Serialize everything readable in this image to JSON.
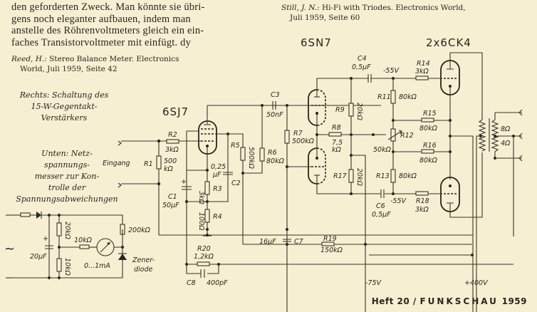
{
  "article": {
    "paragraph_lines": [
      "den geforderten Zweck. Man könnte sie übri-",
      "gens noch eleganter aufbauen, indem man",
      "anstelle des Röhrenvoltmeters gleich ein ein-",
      "faches Transistorvoltmeter mit einfügt.    dy"
    ]
  },
  "references": [
    {
      "author": "Reed, H.:",
      "title": "Stereo Balance Meter. Electronics",
      "cont": "World, Juli 1959, Seite 42"
    },
    {
      "author": "Still, J. N.:",
      "title": "Hi-Fi with Triodes. Electronics World,",
      "cont": "Juli 1959, Seite 60"
    }
  ],
  "captions": {
    "right": [
      "Rechts: Schaltung des",
      "15-W-Gegentakt-",
      "Verstärkers"
    ],
    "below": [
      "Unten: Netz-",
      "spannungs-",
      "messer zur Kon-",
      "trolle der",
      "Spannungsabweichungen"
    ]
  },
  "tubes": {
    "input": "6SJ7",
    "phase_splitter": "6SN7",
    "output": "2x6CK4"
  },
  "components": {
    "R1": {
      "name": "R1",
      "value": "500 kΩ"
    },
    "R2": {
      "name": "R2",
      "value": "3kΩ"
    },
    "R3": {
      "name": "R3",
      "value": "3kΩ"
    },
    "R4": {
      "name": "R4",
      "value": "100Ω"
    },
    "R5": {
      "name": "R5",
      "value": "500kΩ"
    },
    "R6": {
      "name": "R6",
      "value": "80kΩ"
    },
    "R7": {
      "name": "R7",
      "value": "500kΩ"
    },
    "R8": {
      "name": "R8",
      "value": "7,5 kΩ"
    },
    "R9": {
      "name": "R9",
      "value": "20kΩ"
    },
    "R11": {
      "name": "R11",
      "value": "80kΩ"
    },
    "R12": {
      "name": "R12",
      "value": "50kΩ"
    },
    "R13": {
      "name": "R13",
      "value": "80kΩ"
    },
    "R14": {
      "name": "R14",
      "value": "3kΩ"
    },
    "R15": {
      "name": "R15",
      "value": "80kΩ"
    },
    "R16": {
      "name": "R16",
      "value": "80kΩ"
    },
    "R17": {
      "name": "R17",
      "value": "20kΩ"
    },
    "R18": {
      "name": "R18",
      "value": "3kΩ"
    },
    "R19": {
      "name": "R19",
      "value": "150kΩ"
    },
    "R20": {
      "name": "R20",
      "value": "1,2kΩ"
    },
    "C1": {
      "name": "C1",
      "value": "50µF"
    },
    "C2": {
      "name": "C2",
      "value": "0,25 µF"
    },
    "C3": {
      "name": "C3",
      "value": "50nF"
    },
    "C4": {
      "name": "C4",
      "value": "0,5µF"
    },
    "C6": {
      "name": "C6",
      "value": "0,5µF"
    },
    "C7": {
      "name": "C7",
      "value": "16µF"
    },
    "C8": {
      "name": "C8",
      "value": "400pF"
    }
  },
  "labels": {
    "input": "Eingang",
    "neg55_top": "-55V",
    "neg55_bottom": "-55V",
    "neg75": "-75V",
    "pos400": "+400V",
    "tap8": "8Ω",
    "tap4": "4Ω"
  },
  "meter": {
    "r_top": "20kΩ",
    "r_bottom": "10kΩ",
    "r_series": "10kΩ",
    "r_zener": "200kΩ",
    "cap": "20µF",
    "range": "0...1mA",
    "zener_line1": "Zener-",
    "zener_line2": "diode",
    "ac_symbol": "~"
  },
  "footer": {
    "issue": "Heft 20 /",
    "brand": "FUNKSCHAU",
    "year": "1959"
  }
}
